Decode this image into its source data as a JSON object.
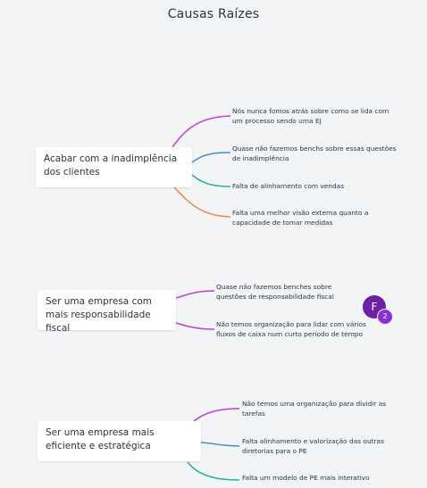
{
  "title": "Causas Raízes",
  "colors": {
    "background": "#f3f4f6",
    "magenta": "#c23fd1",
    "blue": "#3f8fd2",
    "teal": "#2bb0a3",
    "orange": "#e8894a",
    "avatar": "#6d1fa6"
  },
  "nodes": [
    {
      "label": "Acabar com a inadimplência dos clientes",
      "leaves": [
        "Nós nunca fomos atrás sobre como se lida com um processo sendo uma EJ",
        "Quase não fazemos benchs sobre essas questões de inadimplência",
        "Falta de alinhamento com vendas",
        "Falta uma melhor visão externa quanto a capacidade de tomar medidas"
      ]
    },
    {
      "label": "Ser uma empresa com mais responsabilidade fiscal",
      "leaves": [
        "Quase não fazemos benches sobre questões de responsabilidade fiscal",
        "Não temos organização para lidar com vários fluxos de caixa num curto período de tempo"
      ]
    },
    {
      "label": "Ser uma empresa mais eficiente e estratégica",
      "leaves": [
        "Não temos uma organização para dividir as tarefas",
        "Falta alinhamento e valorização das outras diretorias para o PE",
        "Falta um modelo de PE mais interativo"
      ]
    }
  ],
  "collaborator": {
    "initial": "F",
    "count": "2",
    "icon": "user-avatar-icon"
  }
}
